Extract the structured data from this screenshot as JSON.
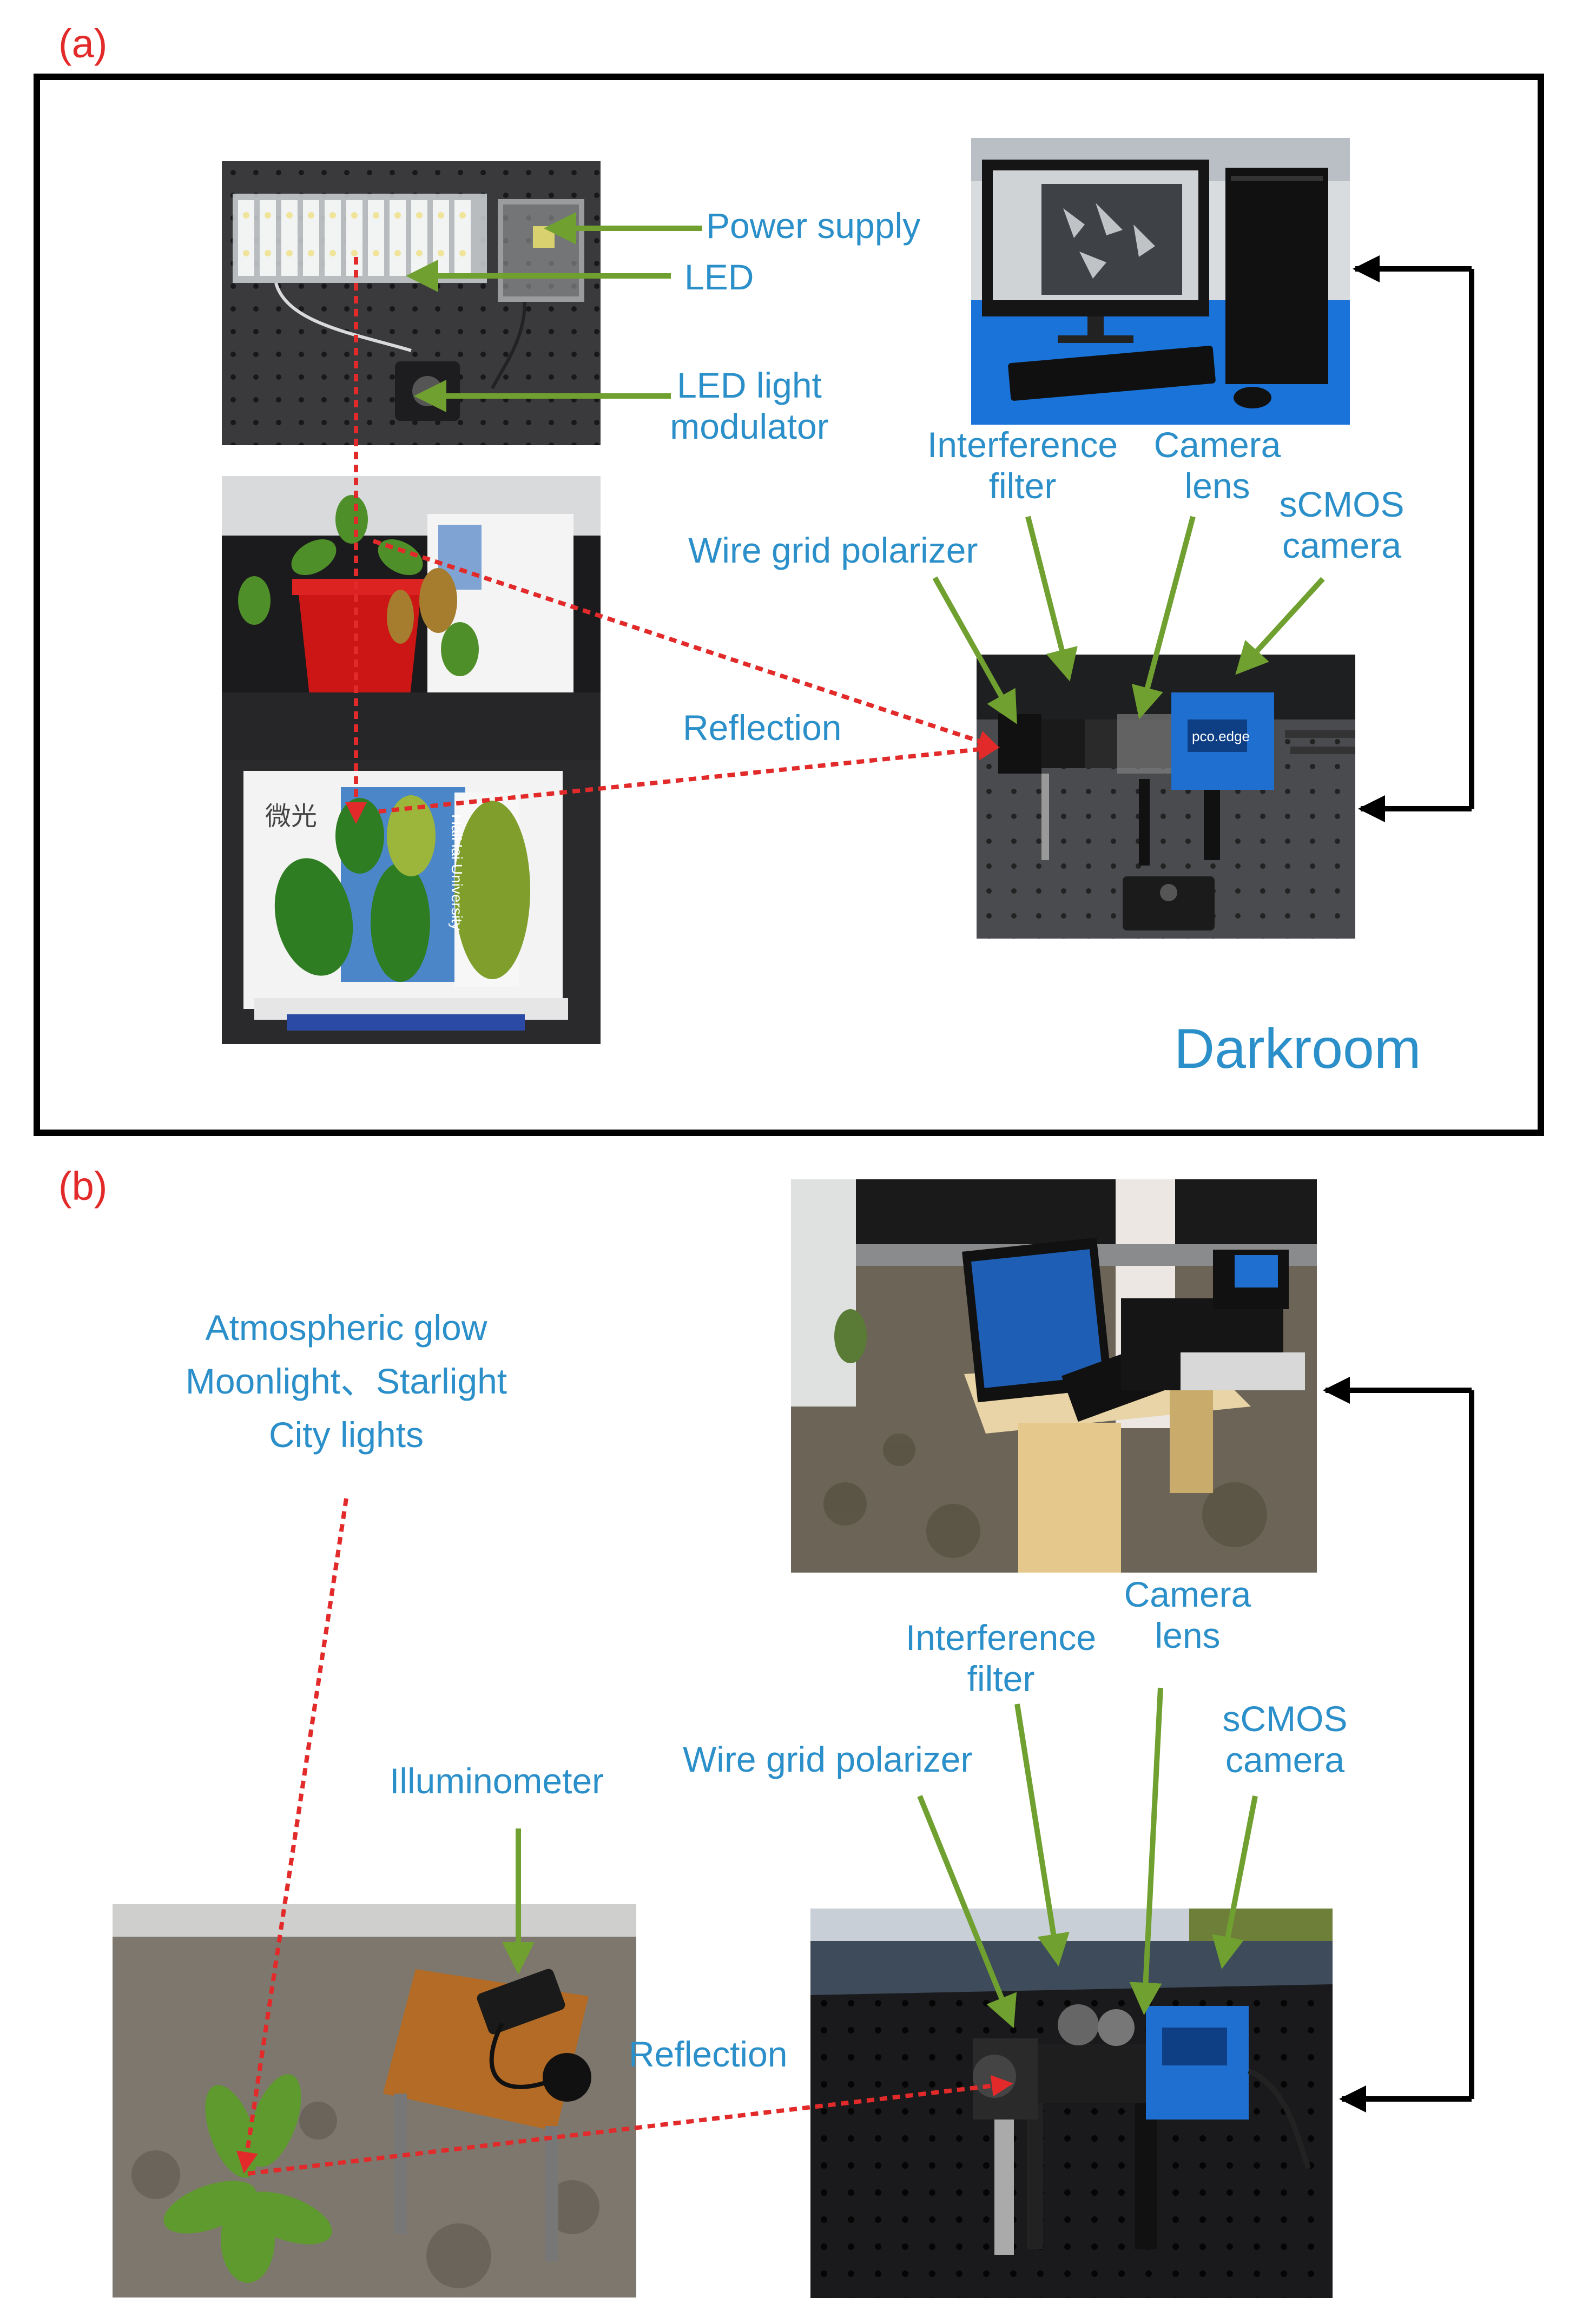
{
  "panel_a": {
    "tag": "(a)",
    "darkroom_label": "Darkroom",
    "labels": {
      "power_supply": "Power supply",
      "led": "LED",
      "led_modulator": "LED light\nmodulator",
      "interference_filter": "Interference\nfilter",
      "camera_lens": "Camera\nlens",
      "scmos_camera": "sCMOS\ncamera",
      "wire_grid_polarizer": "Wire grid polarizer",
      "reflection": "Reflection"
    },
    "photo_text": {
      "sign_vertical": "HaiHai University",
      "sign_chinese": "微光",
      "camera_brand": "pco.edge"
    }
  },
  "panel_b": {
    "tag": "(b)",
    "labels": {
      "ambient_sources": "Atmospheric glow\nMoonlight、Starlight\nCity lights",
      "illuminometer": "Illuminometer",
      "interference_filter": "Interference\nfilter",
      "camera_lens": "Camera\nlens",
      "scmos_camera": "sCMOS\ncamera",
      "wire_grid_polarizer": "Wire grid polarizer",
      "reflection": "Reflection"
    }
  },
  "colors": {
    "label_blue": "#2b8fc9",
    "tag_red": "#e32a2a",
    "arrow_green": "#70a030",
    "arrow_red": "#e32a2a",
    "arrow_black": "#000000"
  }
}
